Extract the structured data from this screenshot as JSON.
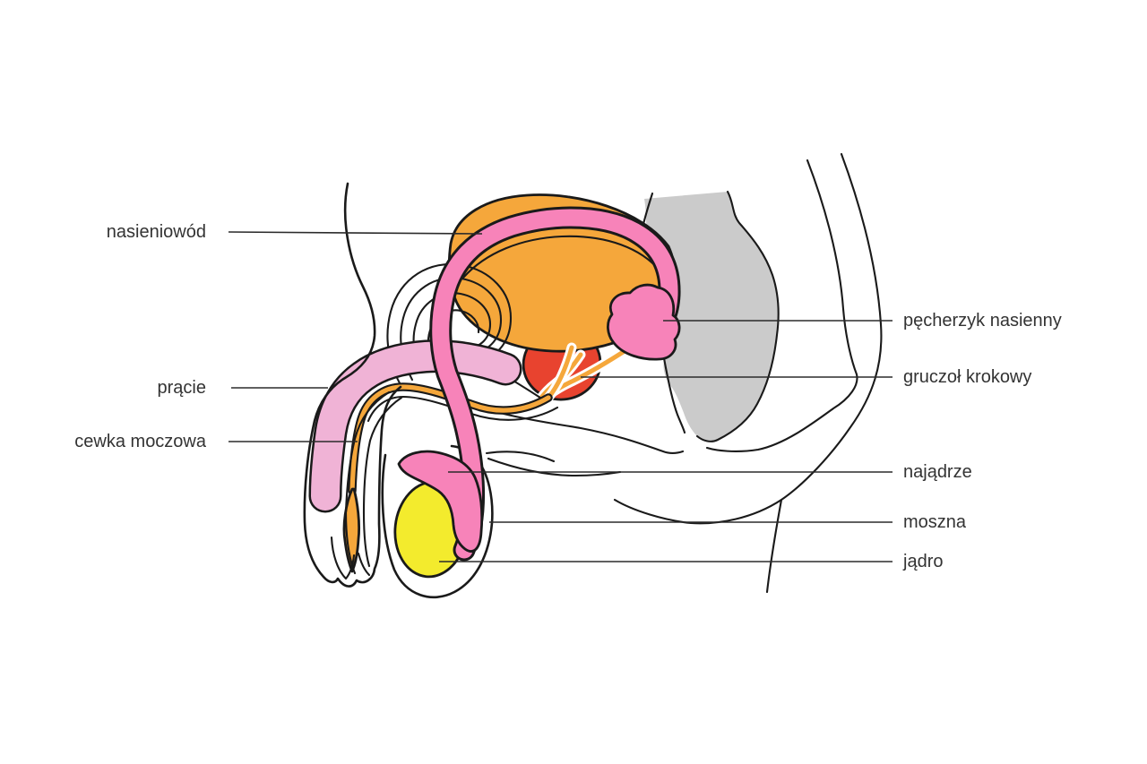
{
  "colors": {
    "background": "#ffffff",
    "outline": "#1a1a1a",
    "label_text": "#333333",
    "leader_line": "#2b2b2b",
    "bladder_orange": "#F5A73B",
    "urethra_orange": "#F5A73B",
    "duct_pink": "#F783B9",
    "penis_pink": "#F0B3D6",
    "prostate_red": "#E8432F",
    "testis_yellow": "#F3EB2D",
    "sacrum_gray": "#CBCBCB",
    "casing_white": "#FFFFFF"
  },
  "labels": {
    "left": [
      {
        "text": "nasieniowód"
      },
      {
        "text": "prącie"
      },
      {
        "text": "cewka moczowa"
      }
    ],
    "right": [
      {
        "text": "pęcherzyk nasienny"
      },
      {
        "text": "gruczoł krokowy"
      },
      {
        "text": "najądrze"
      },
      {
        "text": "moszna"
      },
      {
        "text": "jądro"
      }
    ]
  }
}
